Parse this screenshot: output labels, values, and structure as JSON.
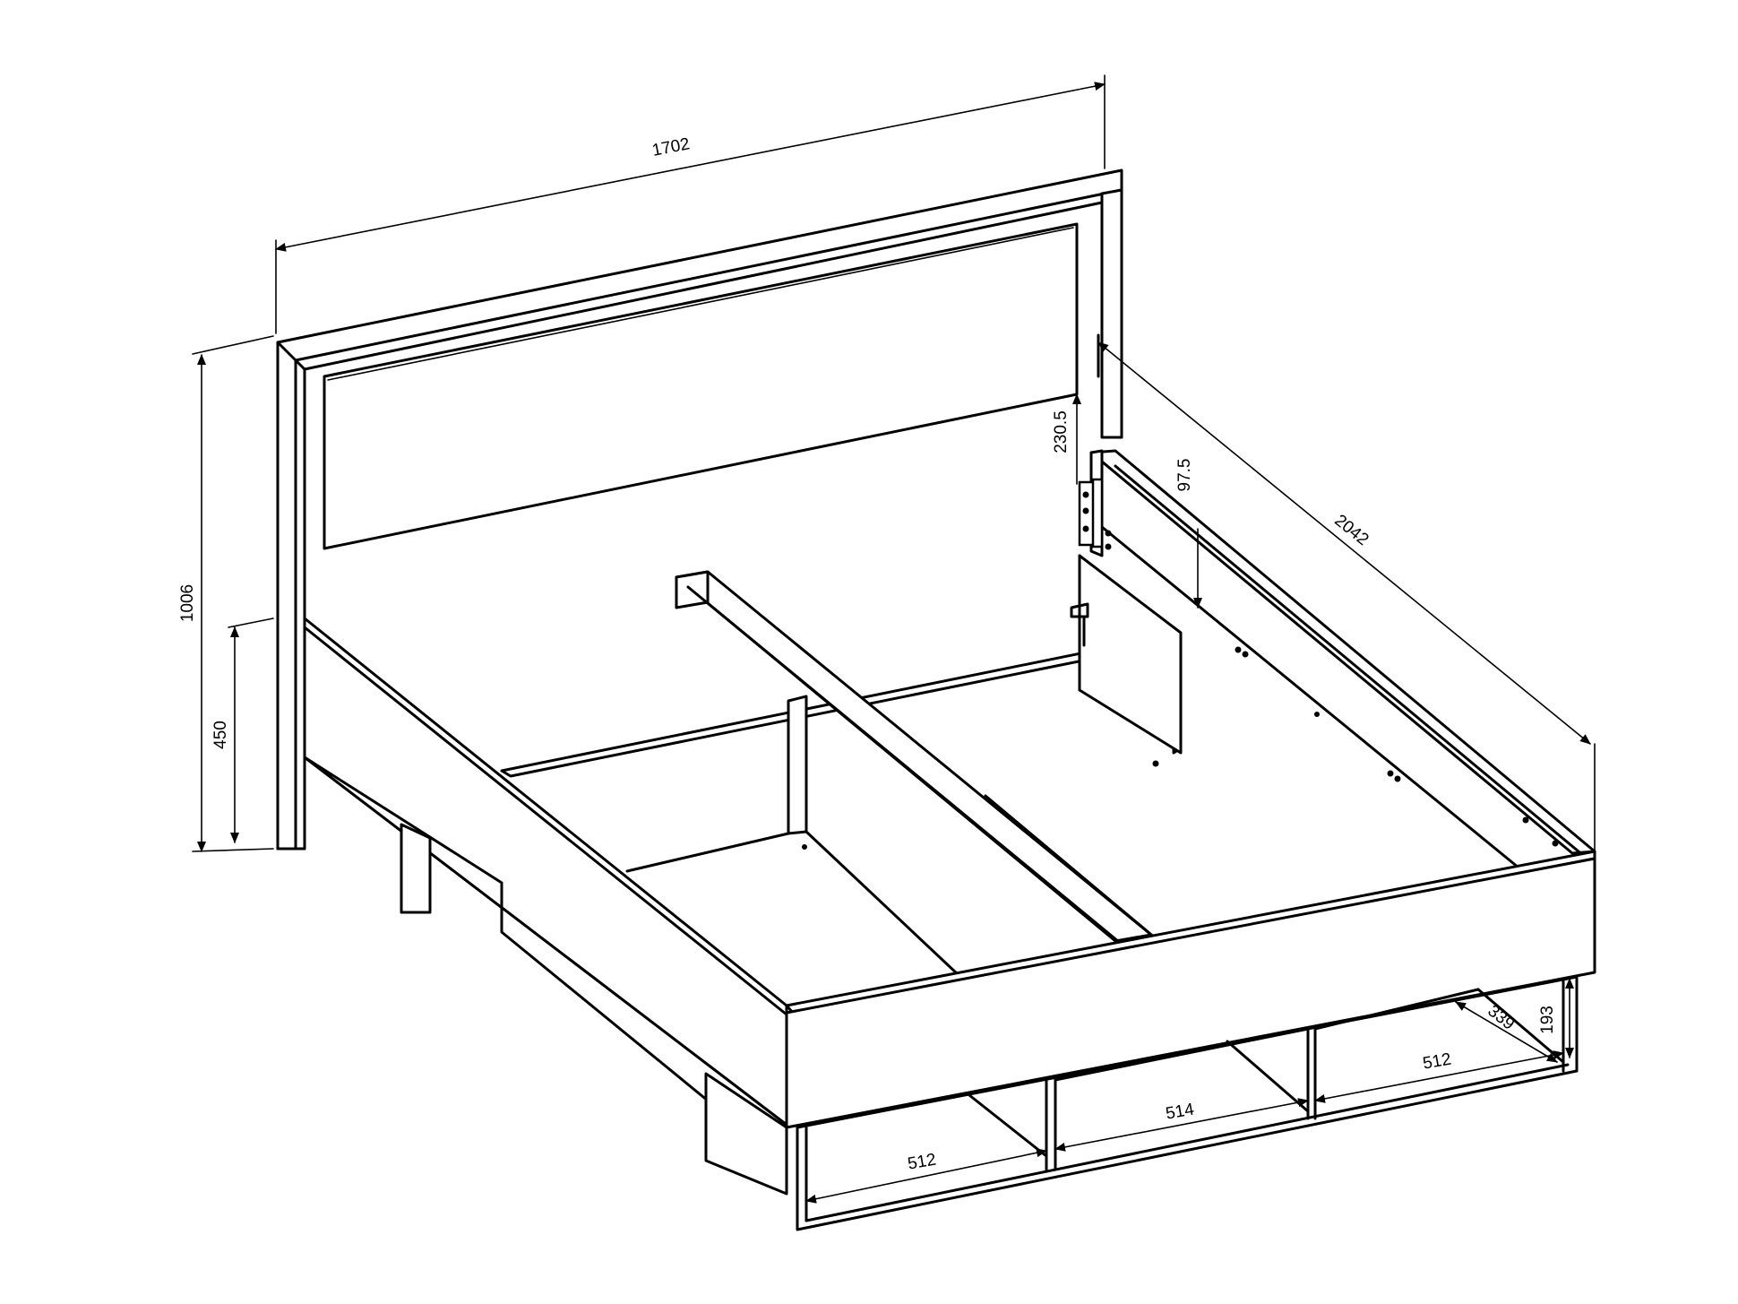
{
  "dimensions": {
    "width": "1702",
    "length": "2042",
    "height": "1006",
    "bed_height": "450",
    "headboard_offset": "230.5",
    "rail_drop": "97.5",
    "drawer_front_left": "512",
    "drawer_front_middle": "514",
    "drawer_front_right": "512",
    "drawer_depth": "339",
    "drawer_height": "193"
  },
  "colors": {
    "line": "#000000",
    "background": "#ffffff"
  }
}
